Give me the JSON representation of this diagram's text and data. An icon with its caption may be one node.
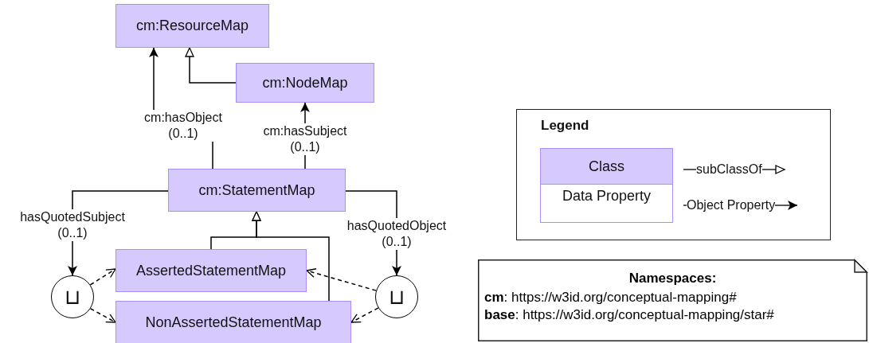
{
  "diagram": {
    "nodes": [
      {
        "text": [
          "cm:ResourceMap"
        ]
      },
      {
        "text": [
          "cm:NodeMap"
        ]
      },
      {
        "text": [
          "cm:StatementMap"
        ]
      },
      {
        "text": [
          "AssertedStatementMap"
        ]
      },
      {
        "text": [
          "NonAssertedStatementMap"
        ]
      },
      {
        "text": [
          "⊔"
        ]
      },
      {
        "text": [
          "⊔"
        ]
      },
      {
        "text": [
          "Legend"
        ]
      },
      {
        "text": [
          "Class"
        ],
        "in": 7
      },
      {
        "text": [
          "Data Property"
        ],
        "in": 7
      },
      {
        "text": [
          "Namespaces:",
          "**cm**: https://w3id.org/conceptual-mapping#",
          "**base**: https://w3id.org/conceptual-mapping/star#"
        ]
      }
    ],
    "edges": [
      {
        "from": 1,
        "to": 0,
        "arrow": "to"
      },
      {
        "from": 2,
        "to": 0,
        "arrow": "to",
        "label": "cm:hasObject (0..1)"
      },
      {
        "from": 2,
        "to": 1,
        "arrow": "to",
        "label": "cm:hasSubject (0..1)"
      },
      {
        "from": 3,
        "to": 2,
        "arrow": "to"
      },
      {
        "from": 4,
        "to": 2,
        "arrow": "to"
      },
      {
        "from": 2,
        "to": 5,
        "arrow": "to",
        "label": "hasQuotedSubject (0..1)"
      },
      {
        "from": 2,
        "to": 6,
        "arrow": "to",
        "label": "hasQuotedObject (0..1)"
      },
      {
        "from": 5,
        "to": 3,
        "arrow": "to",
        "style": "dashed"
      },
      {
        "from": 5,
        "to": 4,
        "arrow": "to",
        "style": "dashed"
      },
      {
        "from": 6,
        "to": 3,
        "arrow": "to",
        "style": "dashed"
      },
      {
        "from": 6,
        "to": 4,
        "arrow": "to",
        "style": "dashed"
      }
    ],
    "legend": [
      {
        "text": "subClassOf"
      },
      {
        "text": "Object Property"
      }
    ]
  }
}
